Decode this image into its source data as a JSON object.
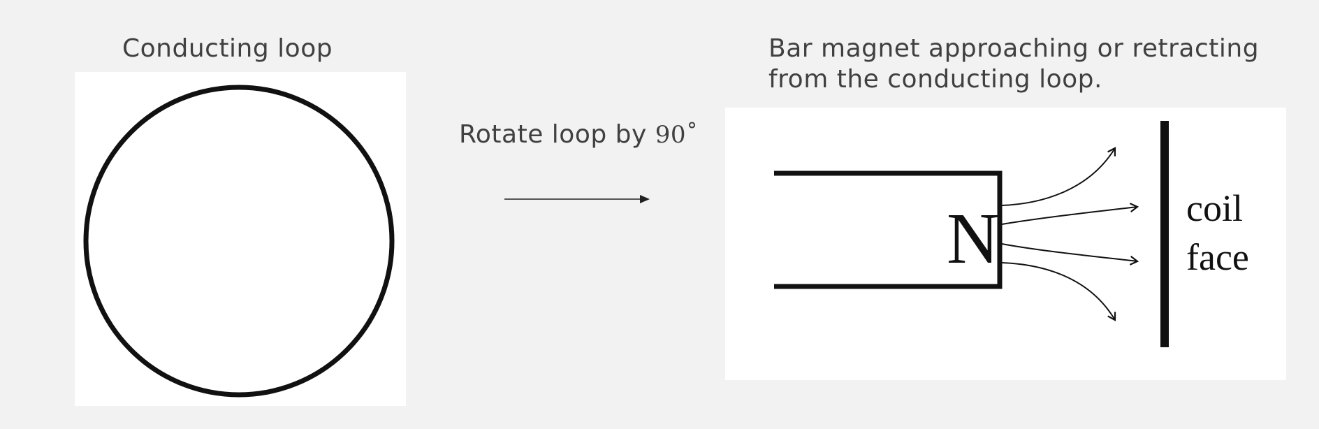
{
  "loop_panel": {
    "caption": "Conducting loop"
  },
  "transition": {
    "caption_text": "Rotate loop by ",
    "caption_degrees": "90˚"
  },
  "magnet_panel": {
    "caption_line1": "Bar magnet approaching or retracting",
    "caption_line2": "from the conducting loop.",
    "pole_label": "N",
    "coil_label_line1": "coil",
    "coil_label_line2": "face"
  },
  "colors": {
    "background": "#f2f2f2",
    "panel": "#ffffff",
    "text": "#404040",
    "ink": "#111111"
  }
}
